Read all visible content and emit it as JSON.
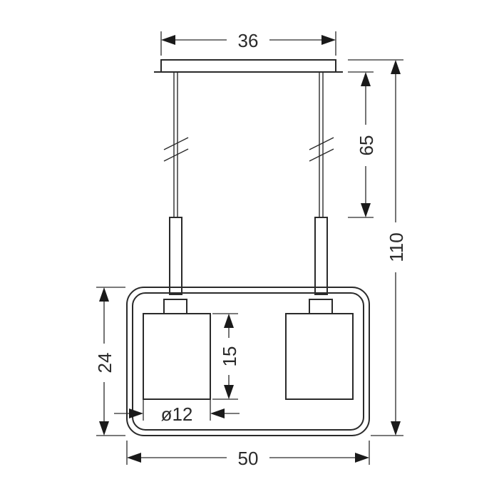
{
  "diagram": {
    "dimensions": {
      "canopy_width": "36",
      "cable_length": "65",
      "total_height": "110",
      "frame_height": "24",
      "shade_height": "15",
      "shade_diameter": "ø12",
      "frame_width": "50"
    },
    "colors": {
      "line": "#2a2a2a",
      "arrow": "#1a1a1a",
      "background": "#ffffff"
    }
  }
}
